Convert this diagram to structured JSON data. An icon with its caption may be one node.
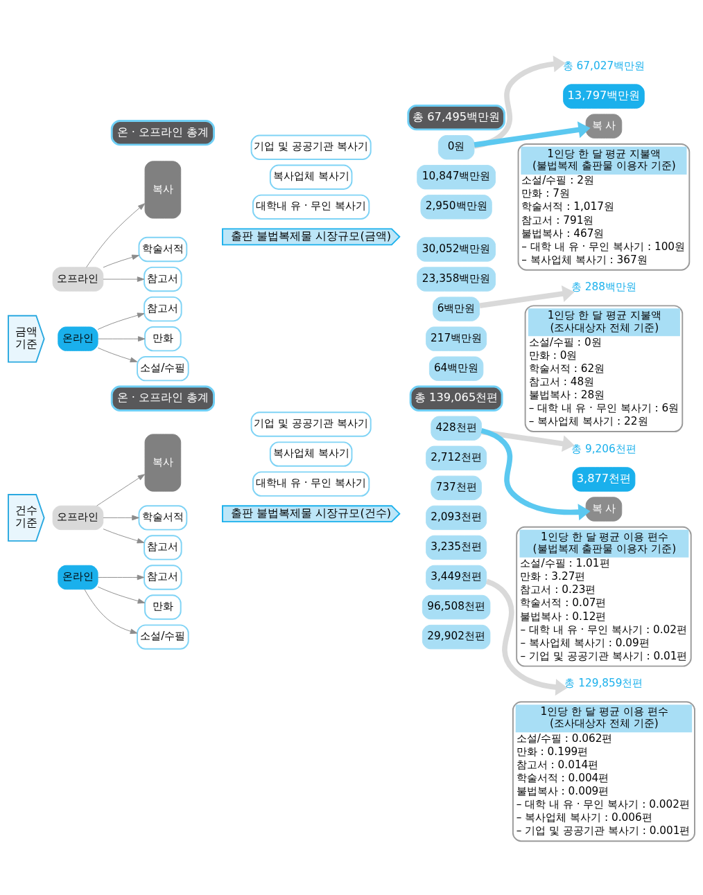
{
  "diagram": {
    "nodes": [
      {
        "text": [
          "출판 불법복제물 시장규모(건수)"
        ]
      },
      {
        "text": [
          "건수 기준"
        ]
      },
      {
        "text": [
          "온라인"
        ]
      },
      {
        "text": [
          "소설/수필"
        ]
      },
      {
        "text": [
          "만화"
        ]
      },
      {
        "text": [
          "참고서"
        ]
      },
      {
        "text": [
          "29,902천편"
        ]
      },
      {
        "text": [
          "96,508천편"
        ]
      },
      {
        "text": [
          "3,449천편"
        ]
      },
      {
        "text": [
          "총 129,859천편"
        ]
      },
      {
        "text": [
          "오프라인"
        ]
      },
      {
        "text": [
          "참고서"
        ]
      },
      {
        "text": [
          "학술서적"
        ]
      },
      {
        "text": [
          "복사"
        ]
      },
      {
        "text": [
          "대학내 유 · 무인 복사기"
        ]
      },
      {
        "text": [
          "복사업체 복사기"
        ]
      },
      {
        "text": [
          "기업 및 공공기관 복사기"
        ]
      },
      {
        "text": [
          "3,235천편"
        ]
      },
      {
        "text": [
          "2,093천편"
        ]
      },
      {
        "text": [
          "737천편"
        ]
      },
      {
        "text": [
          "2,712천편"
        ]
      },
      {
        "text": [
          "428천편"
        ]
      },
      {
        "text": [
          "총 9,206천편"
        ]
      },
      {
        "text": [
          "복 사"
        ]
      },
      {
        "text": [
          "3,877천편"
        ]
      },
      {
        "text": [
          "온 · 오프라인 총계"
        ]
      },
      {
        "text": [
          "총 139,065천편"
        ]
      },
      {
        "text": [
          "1인당 한 달 평균 이용 편수 (조사대상자 전체 기준)",
          "소설/수필 : 0.062편",
          "만화 : 0.199편",
          "참고서 : 0.014편",
          "학술서적 : 0.004편",
          "불법복사 : 0.009편",
          "– 대학 내 유 · 무인 복사기 : 0.002편",
          "– 복사업체 복사기 : 0.006편",
          "– 기업 및 공공기관 복사기 : 0.001편"
        ]
      },
      {
        "text": [
          "1인당 한 달 평균 이용 편수 (불법복제 출판물 이용자 기준)",
          "소설/수필 : 1.01편",
          "만화 : 3.27편",
          "참고서 : 0.23편",
          "학술서적 : 0.07편",
          "불법복사 : 0.12편",
          "– 대학 내 유 · 무인 복사기 : 0.02편",
          "– 복사업체 복사기 : 0.09편",
          "– 기업 및 공공기관 복사기 : 0.01편"
        ]
      },
      {
        "text": [
          "출판 불법복제물 시장규모(금액)"
        ]
      },
      {
        "text": [
          "금액 기준"
        ]
      },
      {
        "text": [
          "온라인"
        ]
      },
      {
        "text": [
          "소설/수필"
        ]
      },
      {
        "text": [
          "만화"
        ]
      },
      {
        "text": [
          "참고서"
        ]
      },
      {
        "text": [
          "64백만원"
        ]
      },
      {
        "text": [
          "217백만원"
        ]
      },
      {
        "text": [
          "6백만원"
        ]
      },
      {
        "text": [
          "총 288백만원"
        ]
      },
      {
        "text": [
          "오프라인"
        ]
      },
      {
        "text": [
          "참고서"
        ]
      },
      {
        "text": [
          "학술서적"
        ]
      },
      {
        "text": [
          "복사"
        ]
      },
      {
        "text": [
          "대학내 유 · 무인 복사기"
        ]
      },
      {
        "text": [
          "복사업체 복사기"
        ]
      },
      {
        "text": [
          "기업 및 공공기관 복사기"
        ]
      },
      {
        "text": [
          "23,358백만원"
        ]
      },
      {
        "text": [
          "30,052백만원"
        ]
      },
      {
        "text": [
          "2,950백만원"
        ]
      },
      {
        "text": [
          "10,847백만원"
        ]
      },
      {
        "text": [
          "0원"
        ]
      },
      {
        "text": [
          "총 67,027백만원"
        ]
      },
      {
        "text": [
          "복 사"
        ]
      },
      {
        "text": [
          "13,797백만원"
        ]
      },
      {
        "text": [
          "온 · 오프라인 총계"
        ]
      },
      {
        "text": [
          "총 67,495백만원"
        ]
      },
      {
        "text": [
          "1인당 한 달 평균 지불액 (조사대상자 전체 기준)",
          "소설/수필 : 0원",
          "만화 : 0원",
          "학술서적 : 62원",
          "참고서 : 48원",
          "불법복사 : 28원",
          "– 대학 내 유 · 무인 복사기 : 6원",
          "– 복사업체 복사기 : 22원"
        ]
      },
      {
        "text": [
          "1인당 한 달 평균 지불액 (불법복제 출판물 이용자 기준)",
          "소설/수필 : 2원",
          "만화 : 7원",
          "학술서적 : 1,017원",
          "참고서 : 791원",
          "불법복사 : 467원",
          "– 대학 내 유 · 무인 복사기 : 100원",
          "– 복사업체 복사기 : 367원"
        ]
      }
    ],
    "edges": [
      {
        "from": 2,
        "to": 3,
        "arrow": "to"
      },
      {
        "from": 2,
        "to": 4,
        "arrow": "to"
      },
      {
        "from": 2,
        "to": 5,
        "arrow": "to"
      },
      {
        "from": 8,
        "to": 9,
        "arrow": "to",
        "style": "thick",
        "color": "#d9d9d9"
      },
      {
        "from": 10,
        "to": 11,
        "arrow": "to"
      },
      {
        "from": 10,
        "to": 12,
        "arrow": "to"
      },
      {
        "from": 10,
        "to": 13,
        "arrow": "to"
      },
      {
        "from": 21,
        "to": 22,
        "arrow": "to",
        "style": "thick",
        "color": "#d9d9d9"
      },
      {
        "from": 21,
        "to": 23,
        "arrow": "to",
        "style": "thick",
        "color": "#5bc8f0"
      },
      {
        "from": 31,
        "to": 32,
        "arrow": "to"
      },
      {
        "from": 31,
        "to": 33,
        "arrow": "to"
      },
      {
        "from": 31,
        "to": 34,
        "arrow": "to"
      },
      {
        "from": 37,
        "to": 38,
        "arrow": "to",
        "style": "thick",
        "color": "#d9d9d9"
      },
      {
        "from": 39,
        "to": 40,
        "arrow": "to"
      },
      {
        "from": 39,
        "to": 41,
        "arrow": "to"
      },
      {
        "from": 39,
        "to": 42,
        "arrow": "to"
      },
      {
        "from": 50,
        "to": 51,
        "arrow": "to",
        "style": "thick",
        "color": "#d9d9d9"
      },
      {
        "from": 50,
        "to": 52,
        "arrow": "to",
        "style": "thick",
        "color": "#5bc8f0"
      }
    ]
  }
}
